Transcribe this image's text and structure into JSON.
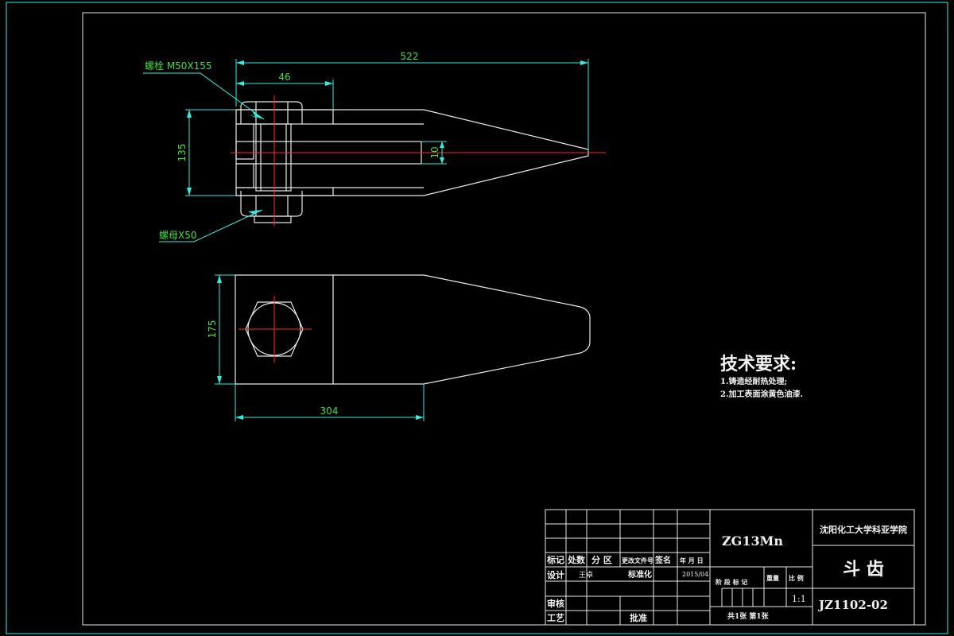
{
  "dimensions": {
    "overall_length": "522",
    "head_width": "46",
    "height": "135",
    "slot": "10",
    "plan_width": "175",
    "plan_length": "304"
  },
  "callouts": {
    "bolt": "螺栓 M50X155",
    "nut": "螺母X50"
  },
  "notes": {
    "title": "技术要求:",
    "items": [
      "1.铸造经耐热处理;",
      "2.加工表面涂黄色油漆."
    ]
  },
  "title_block": {
    "material": "ZG13Mn",
    "school": "沈阳化工大学科亚学院",
    "part_name": "斗  齿",
    "drawing_no": "JZ1102-02",
    "scale": "1:1",
    "date": "2015/04",
    "designer": "王卓",
    "sheet_info": "共1张    第1张",
    "headers": [
      "标记",
      "处数",
      "分 区",
      "更改文件号",
      "签名",
      "年 月 日"
    ],
    "labels": {
      "design": "设计",
      "standard": "标准化",
      "review": "审核",
      "process": "工艺",
      "approve": "批准",
      "stage_mark": "阶 段 标 记",
      "weight": "重量",
      "ratio": "比 例"
    }
  },
  "colors": {
    "background": "#000000",
    "outline": "#e8e8e8",
    "dimension": "#2ff0e0",
    "dim_text": "#3fe03f",
    "centerline": "#ff2a2a"
  }
}
